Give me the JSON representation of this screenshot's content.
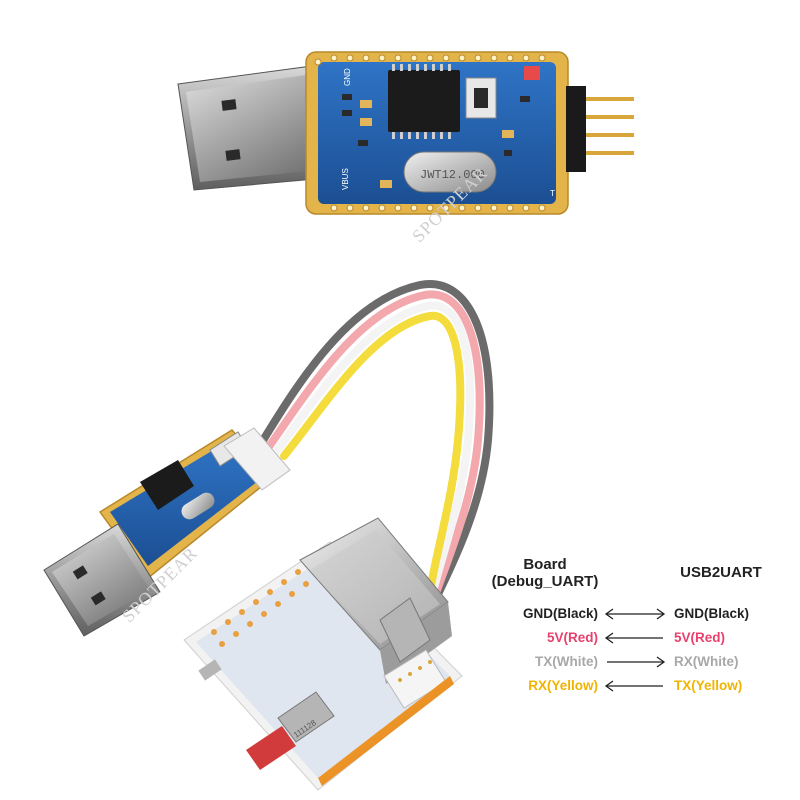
{
  "watermark": "SPOTPEAR",
  "top_adapter": {
    "crystal_marking": "JWT12.000",
    "silk_labels": [
      "GND",
      "VBUS",
      "T"
    ]
  },
  "board_markings": {
    "chip_label": "111128"
  },
  "pin_table": {
    "left_header_line1": "Board",
    "left_header_line2": "(Debug_UART)",
    "right_header": "USB2UART",
    "rows": [
      {
        "left": "GND(Black)",
        "right": "GND(Black)",
        "direction": "both",
        "color": "#222222"
      },
      {
        "left": "5V(Red)",
        "right": "5V(Red)",
        "direction": "left",
        "color": "#e8416e"
      },
      {
        "left": "TX(White)",
        "right": "RX(White)",
        "direction": "right",
        "color": "#a8a8a8"
      },
      {
        "left": "RX(Yellow)",
        "right": "TX(Yellow)",
        "direction": "left",
        "color": "#f0b400"
      }
    ]
  }
}
